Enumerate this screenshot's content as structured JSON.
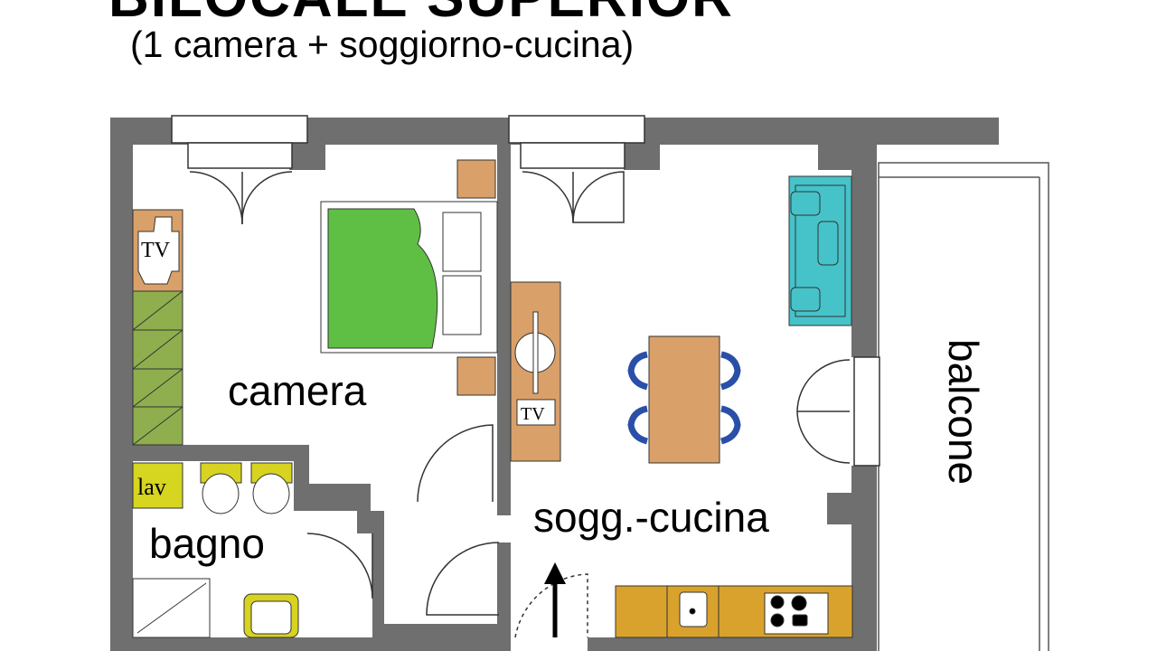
{
  "header": {
    "title": "BILOCALE SUPERIOR",
    "subtitle": "(1 camera + soggiorno-cucina)"
  },
  "rooms": {
    "camera": "camera",
    "bagno": "bagno",
    "soggiorno": "sogg.-cucina",
    "balcone": "balcone"
  },
  "furniture": {
    "tv_camera": "TV",
    "tv_soggiorno": "TV",
    "lavatrice": "lav"
  },
  "colors": {
    "wall": "#6f6f6f",
    "bed": "#5fbf45",
    "wood": "#d9a06a",
    "sofa": "#46c3c9",
    "chairs": "#2a4fa8",
    "kitchen": "#d9a22c",
    "wardrobe": "#8fae4e",
    "sanitary": "#d7d320",
    "lav": "#d6d520"
  }
}
